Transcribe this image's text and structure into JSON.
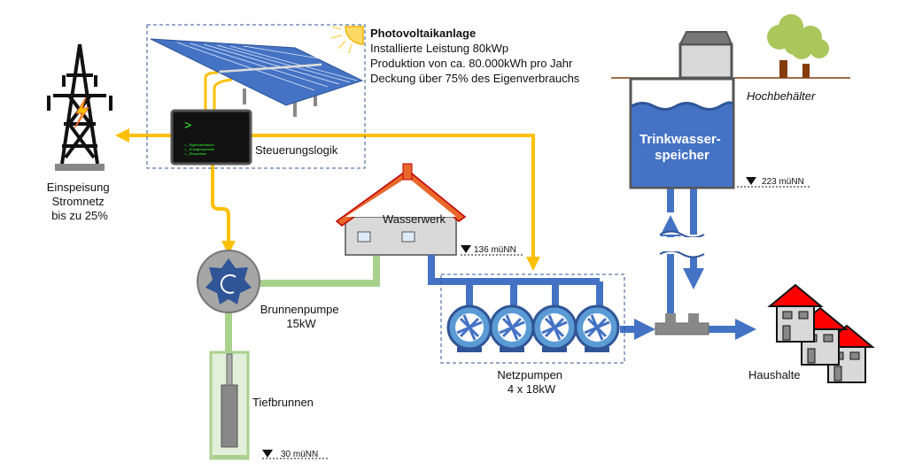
{
  "colors": {
    "energy_line": "#FFC000",
    "raw_water_pipe": "#A9D18E",
    "drinking_water_pipe": "#4472C4",
    "roof": "#E8672B",
    "house_roof": "#FF0000"
  },
  "grid": {
    "label_lines": [
      "Einspeisung",
      "Stromnetz",
      "bis zu 25%"
    ]
  },
  "pv": {
    "title": "Photovoltaikanlage",
    "lines": [
      "Installierte Leistung 80kWp",
      "Produktion von ca. 80.000kWh pro Jahr",
      "Deckung über 75% des Eigenverbrauchs"
    ]
  },
  "control": {
    "label": "Steuerungslogik",
    "prompt": ">",
    "menu": [
      ">_ Eigenverbrauch",
      ">_ Energiespeicher",
      ">_ Einspeisen"
    ]
  },
  "well_pump": {
    "label": "Brunnenpumpe",
    "power": "15kW"
  },
  "well": {
    "label": "Tiefbrunnen",
    "elevation": "30 müNN"
  },
  "waterworks": {
    "label": "Wasserwerk",
    "elevation": "136 müNN"
  },
  "network_pumps": {
    "label": "Netzpumpen",
    "power": "4 x 18kW"
  },
  "reservoir": {
    "label": "Hochbehälter",
    "tank_label_lines": [
      "Trinkwasser-",
      "speicher"
    ],
    "elevation": "223 müNN"
  },
  "households": {
    "label": "Haushalte"
  }
}
